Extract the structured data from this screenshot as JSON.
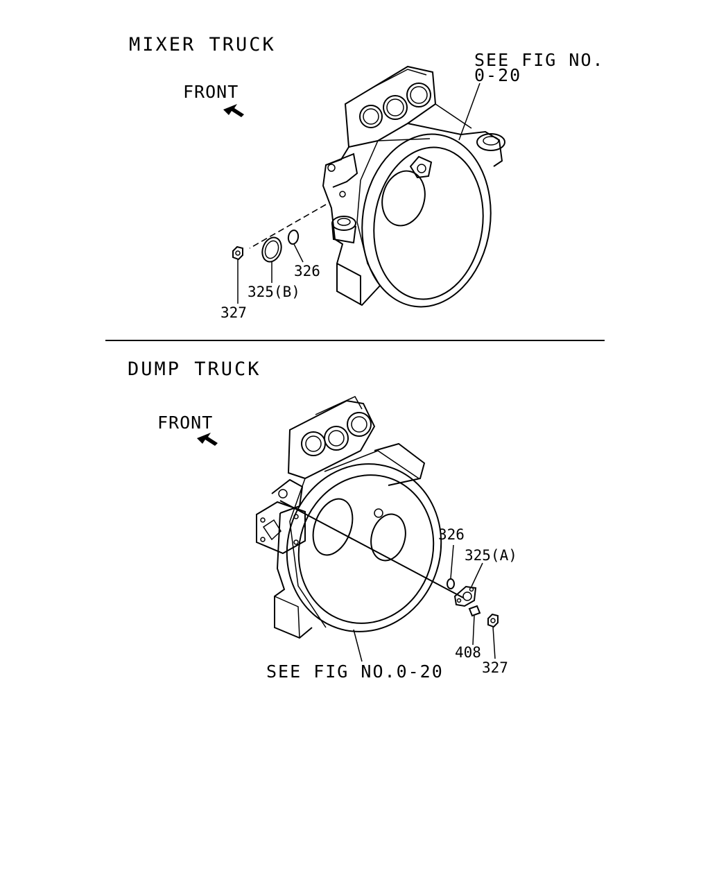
{
  "mixer": {
    "title": "MIXER TRUCK",
    "front": "FRONT",
    "see_fig": [
      "SEE FIG NO.",
      "0-20"
    ],
    "parts": {
      "p326": "326",
      "p325b": "325(B)",
      "p327": "327"
    }
  },
  "dump": {
    "title": "DUMP TRUCK",
    "front": "FRONT",
    "see_fig": "SEE FIG NO.0-20",
    "parts": {
      "p326": "326",
      "p325a": "325(A)",
      "p408": "408",
      "p327": "327"
    }
  }
}
